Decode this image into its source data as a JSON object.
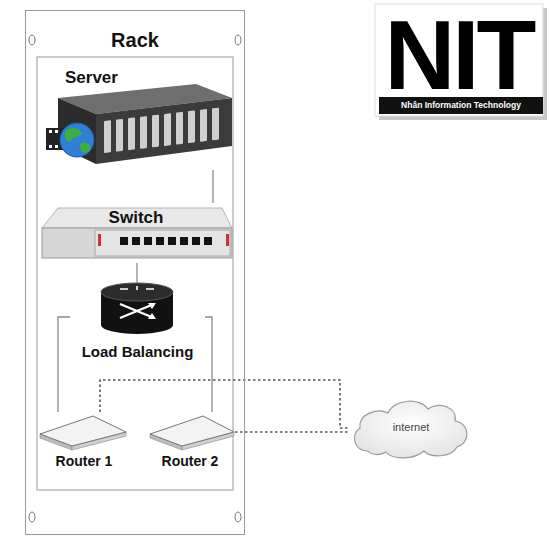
{
  "diagram": {
    "nodes": [
      {
        "text": [
          "Rack"
        ]
      },
      {
        "text": [
          "Server"
        ],
        "in": 0
      },
      {
        "text": [
          "Switch"
        ],
        "in": 0
      },
      {
        "text": [
          "Load Balancing"
        ],
        "in": 0
      },
      {
        "text": [
          "Router 1"
        ],
        "in": 0
      },
      {
        "text": [
          "Router 2"
        ],
        "in": 0
      },
      {
        "text": [
          "internet"
        ]
      }
    ],
    "edges": [
      {
        "from": 1,
        "to": 2,
        "arrow": "none"
      },
      {
        "from": 2,
        "to": 3,
        "arrow": "none"
      },
      {
        "from": 3,
        "to": 4,
        "arrow": "none"
      },
      {
        "from": 3,
        "to": 5,
        "arrow": "none"
      },
      {
        "from": 4,
        "to": 6,
        "arrow": "none"
      },
      {
        "from": 5,
        "to": 6,
        "arrow": "none"
      }
    ],
    "labels": [
      "NIT",
      "Nhân Information Technology"
    ]
  }
}
